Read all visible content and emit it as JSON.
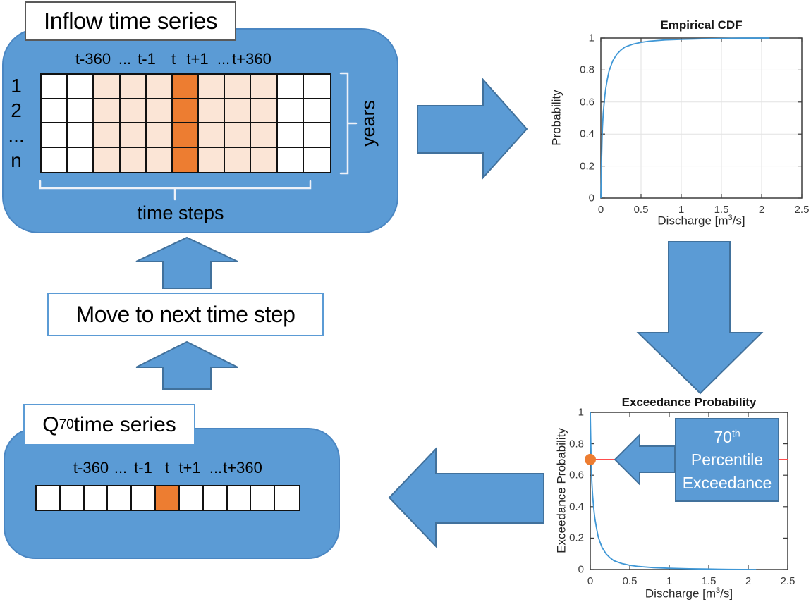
{
  "colors": {
    "shape_blue": "#5B9BD5",
    "shape_blue_border": "#41719C",
    "cell_border": "#111111",
    "cell_fills": {
      "white": "#FFFFFF",
      "peach": "#FBE5D6",
      "orange": "#ED7D31"
    },
    "bracket": "#EDF1F8",
    "curve_blue": "#3F97D6",
    "red_line": "#FF4D4D",
    "marker_orange": "#ED7D31",
    "axes": "#3C3C3C",
    "gridline": "#E2E2E2"
  },
  "inflow": {
    "title": "Inflow time series",
    "col_labels": [
      "t-360",
      "...",
      "t-1",
      "t",
      "t+1",
      "...",
      "t+360"
    ],
    "row_labels": [
      "1",
      "2",
      "...",
      "n"
    ],
    "years_label": "years",
    "time_steps_label": "time steps",
    "grid": {
      "rows": 4,
      "cols": 11,
      "column_fill": [
        "white",
        "white",
        "peach",
        "peach",
        "peach",
        "orange",
        "peach",
        "peach",
        "peach",
        "white",
        "white"
      ],
      "highlighted_column_label": "t"
    }
  },
  "move_box": {
    "label": "Move to next time step"
  },
  "q70": {
    "title_base": "Q",
    "title_sub": "70",
    "title_rest": " time series",
    "col_labels": [
      "t-360",
      "...",
      "t-1",
      "t",
      "t+1",
      "...",
      "t+360"
    ],
    "grid": {
      "rows": 1,
      "cols": 11,
      "column_fill": [
        "white",
        "white",
        "white",
        "white",
        "white",
        "orange",
        "white",
        "white",
        "white",
        "white",
        "white"
      ],
      "highlighted_column_label": "t"
    }
  },
  "chart_data": [
    {
      "type": "line",
      "title": "Empirical CDF",
      "xlabel": "Discharge [m^3/s]",
      "xlabel_parts": {
        "pre": "Discharge [m",
        "sup": "3",
        "post": "/s]"
      },
      "ylabel": "Probability",
      "xlim": [
        0,
        2.5
      ],
      "ylim": [
        0,
        1
      ],
      "xticks": [
        0,
        0.5,
        1,
        1.5,
        2,
        2.5
      ],
      "yticks": [
        0,
        0.2,
        0.4,
        0.6,
        0.8,
        1
      ],
      "xtick_labels": [
        "0",
        "0.5",
        "1",
        "1.5",
        "2",
        "2.5"
      ],
      "ytick_labels": [
        "0",
        "0.2",
        "0.4",
        "0.6",
        "0.8",
        "1"
      ],
      "grid": true,
      "legend": null,
      "series": [
        {
          "name": "empirical-cdf",
          "points": [
            [
              0,
              0
            ],
            [
              0.004,
              0.1
            ],
            [
              0.008,
              0.22
            ],
            [
              0.012,
              0.31
            ],
            [
              0.016,
              0.38
            ],
            [
              0.02,
              0.44
            ],
            [
              0.03,
              0.53
            ],
            [
              0.04,
              0.59
            ],
            [
              0.05,
              0.64
            ],
            [
              0.06,
              0.68
            ],
            [
              0.08,
              0.74
            ],
            [
              0.1,
              0.79
            ],
            [
              0.12,
              0.82
            ],
            [
              0.15,
              0.86
            ],
            [
              0.2,
              0.9
            ],
            [
              0.25,
              0.925
            ],
            [
              0.3,
              0.944
            ],
            [
              0.4,
              0.962
            ],
            [
              0.5,
              0.973
            ],
            [
              0.6,
              0.98
            ],
            [
              0.8,
              0.988
            ],
            [
              1.0,
              0.992
            ],
            [
              1.25,
              0.995
            ],
            [
              1.5,
              0.997
            ],
            [
              1.75,
              0.999
            ],
            [
              2.1,
              1.0
            ]
          ]
        }
      ]
    },
    {
      "type": "line",
      "title": "Exceedance Probability",
      "xlabel": "Discharge [m^3/s]",
      "xlabel_parts": {
        "pre": "Discharge [m",
        "sup": "3",
        "post": "/s]"
      },
      "ylabel": "Exceedance Probability",
      "xlim": [
        0,
        2.5
      ],
      "ylim": [
        0,
        1
      ],
      "xticks": [
        0,
        0.5,
        1,
        1.5,
        2,
        2.5
      ],
      "yticks": [
        0,
        0.2,
        0.4,
        0.6,
        0.8,
        1
      ],
      "xtick_labels": [
        "0",
        "0.5",
        "1",
        "1.5",
        "2",
        "2.5"
      ],
      "ytick_labels": [
        "0",
        "0.2",
        "0.4",
        "0.6",
        "0.8",
        "1"
      ],
      "grid": false,
      "legend": null,
      "series": [
        {
          "name": "exceedance-probability",
          "points": [
            [
              0,
              1
            ],
            [
              0.004,
              0.9
            ],
            [
              0.008,
              0.78
            ],
            [
              0.012,
              0.69
            ],
            [
              0.016,
              0.62
            ],
            [
              0.02,
              0.56
            ],
            [
              0.03,
              0.47
            ],
            [
              0.04,
              0.41
            ],
            [
              0.05,
              0.36
            ],
            [
              0.06,
              0.32
            ],
            [
              0.08,
              0.26
            ],
            [
              0.1,
              0.21
            ],
            [
              0.12,
              0.18
            ],
            [
              0.15,
              0.14
            ],
            [
              0.2,
              0.1
            ],
            [
              0.25,
              0.075
            ],
            [
              0.3,
              0.056
            ],
            [
              0.4,
              0.038
            ],
            [
              0.5,
              0.027
            ],
            [
              0.6,
              0.02
            ],
            [
              0.8,
              0.012
            ],
            [
              1.0,
              0.008
            ],
            [
              1.25,
              0.005
            ],
            [
              1.5,
              0.003
            ],
            [
              1.75,
              0.001
            ],
            [
              2.1,
              0.0
            ]
          ]
        }
      ],
      "annotation": {
        "percentile_value": 0.7,
        "hline_y": 0.7,
        "marker": {
          "x": 0,
          "y": 0.7
        },
        "line1_num": "70",
        "line1_sup": "th",
        "line2": "Percentile",
        "line3": "Exceedance"
      }
    }
  ]
}
